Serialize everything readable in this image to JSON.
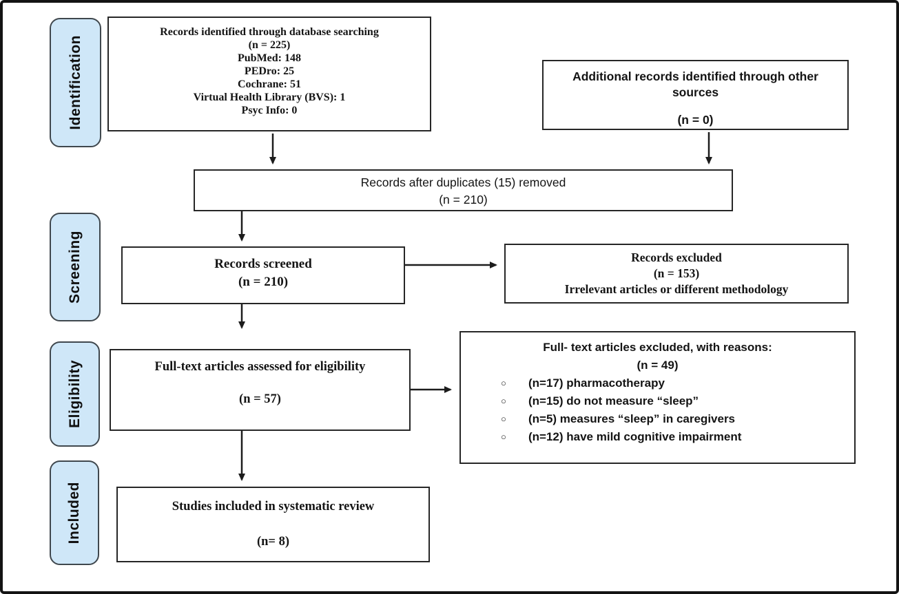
{
  "stages": {
    "identification": "Identification",
    "screening": "Screening",
    "eligibility": "Eligibility",
    "included": "Included"
  },
  "boxes": {
    "identified": {
      "title": "Records identified through database searching",
      "n": "(n = 225)",
      "sources": [
        "PubMed: 148",
        "PEDro: 25",
        "Cochrane: 51",
        "Virtual Health Library (BVS): 1",
        "Psyc Info: 0"
      ]
    },
    "additional": {
      "title": "Additional records identified through other sources",
      "n": "(n = 0)"
    },
    "duplicates": {
      "line1": "Records after duplicates (15) removed",
      "n": "(n = 210)"
    },
    "screened": {
      "title": "Records screened",
      "n": "(n = 210)"
    },
    "records_excluded": {
      "title": "Records excluded",
      "n": "(n = 153)",
      "reason": "Irrelevant articles or different methodology"
    },
    "fulltext_assessed": {
      "title": "Full-text articles assessed for eligibility",
      "n": "(n = 57)"
    },
    "fulltext_excluded": {
      "title": "Full- text articles excluded, with reasons:",
      "n": "(n = 49)",
      "bullet_char": "○",
      "bullets": [
        "(n=17) pharmacotherapy",
        "(n=15) do not measure “sleep”",
        "(n=5) measures “sleep” in caregivers",
        "(n=12) have mild cognitive impairment"
      ]
    },
    "studies_included": {
      "title": "Studies included in systematic review",
      "n": "(n= 8)"
    }
  },
  "colors": {
    "stage_fill": "#cfe7f8",
    "stage_border": "#3f474d",
    "box_border": "#262626",
    "arrow": "#1c1c1c"
  }
}
